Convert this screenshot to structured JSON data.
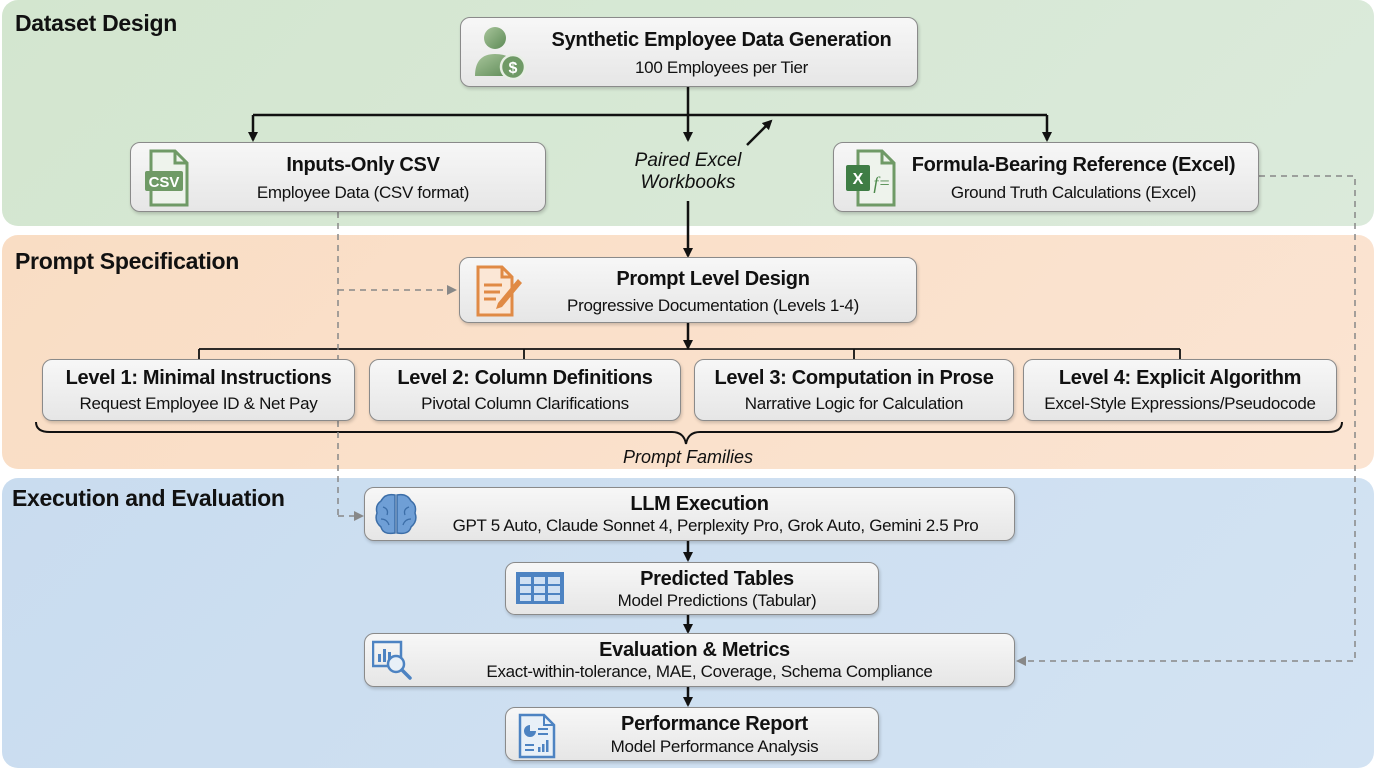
{
  "sections": {
    "dataset": {
      "title": "Dataset Design",
      "color": "#d5e8d4"
    },
    "prompt": {
      "title": "Prompt Specification",
      "color": "#fae0c9"
    },
    "execution": {
      "title": "Execution and Evaluation",
      "color": "#cde0f1"
    }
  },
  "dataset": {
    "generation": {
      "title": "Synthetic Employee Data Generation",
      "subtitle": "100 Employees per Tier",
      "icon": "employee-dollar-icon"
    },
    "csv": {
      "title": "Inputs-Only CSV",
      "subtitle": "Employee Data (CSV format)",
      "icon": "csv-file-icon",
      "icon_text": "CSV"
    },
    "paired_label": {
      "line1": "Paired Excel",
      "line2": "Workbooks"
    },
    "excel": {
      "title": "Formula-Bearing Reference (Excel)",
      "subtitle": "Ground Truth Calculations (Excel)",
      "icon": "excel-formula-icon",
      "icon_x": "X",
      "icon_f": "f="
    }
  },
  "prompt": {
    "design": {
      "title": "Prompt Level Design",
      "subtitle": "Progressive Documentation (Levels 1-4)",
      "icon": "document-edit-icon"
    },
    "levels": [
      {
        "title": "Level 1: Minimal Instructions",
        "subtitle": "Request Employee ID & Net Pay"
      },
      {
        "title": "Level 2: Column Definitions",
        "subtitle": "Pivotal Column Clarifications"
      },
      {
        "title": "Level 3: Computation in Prose",
        "subtitle": "Narrative Logic for Calculation"
      },
      {
        "title": "Level 4: Explicit Algorithm",
        "subtitle": "Excel-Style Expressions/Pseudocode"
      }
    ],
    "families_label": "Prompt Families"
  },
  "execution": {
    "llm": {
      "title": "LLM Execution",
      "subtitle": "GPT 5 Auto, Claude Sonnet 4, Perplexity Pro, Grok Auto, Gemini 2.5 Pro",
      "icon": "brain-icon"
    },
    "tables": {
      "title": "Predicted Tables",
      "subtitle": "Model Predictions (Tabular)",
      "icon": "table-icon"
    },
    "metrics": {
      "title": "Evaluation & Metrics",
      "subtitle": "Exact-within-tolerance, MAE, Coverage, Schema Compliance",
      "icon": "chart-magnifier-icon"
    },
    "report": {
      "title": "Performance Report",
      "subtitle": "Model Performance Analysis",
      "icon": "report-document-icon"
    }
  }
}
